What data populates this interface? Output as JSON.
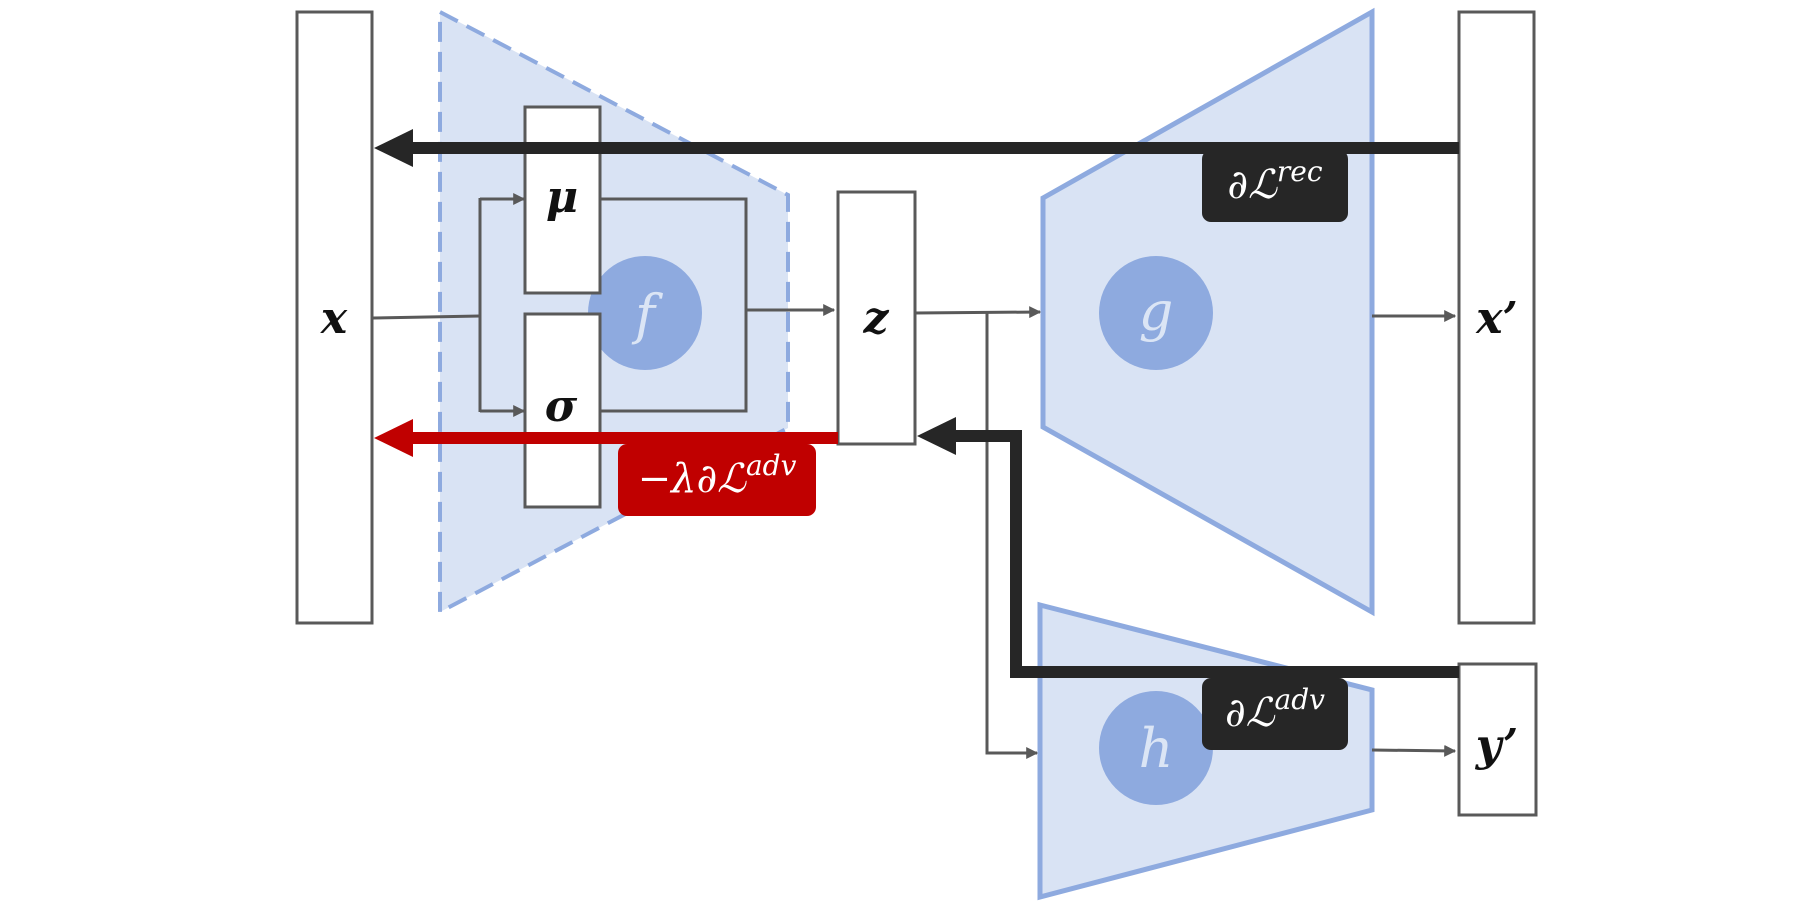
{
  "diagram": {
    "input": "x",
    "mean": "μ",
    "sigma": "σ",
    "latent": "z",
    "recon": "x’",
    "pred": "y’",
    "encoder": "f",
    "decoder": "g",
    "adversary": "h",
    "loss_rec": "∂ℒ",
    "loss_rec_sup": "rec",
    "loss_adv": "∂ℒ",
    "loss_adv_sup": "adv",
    "loss_neg": "−λ∂ℒ",
    "loss_neg_sup": "adv"
  },
  "colors": {
    "network_fill": "#d9e3f4",
    "network_stroke": "#8eaadf",
    "node_circle": "#8eaadf",
    "box_stroke": "#595959",
    "gradient_black": "#262626",
    "gradient_red": "#c00000"
  }
}
